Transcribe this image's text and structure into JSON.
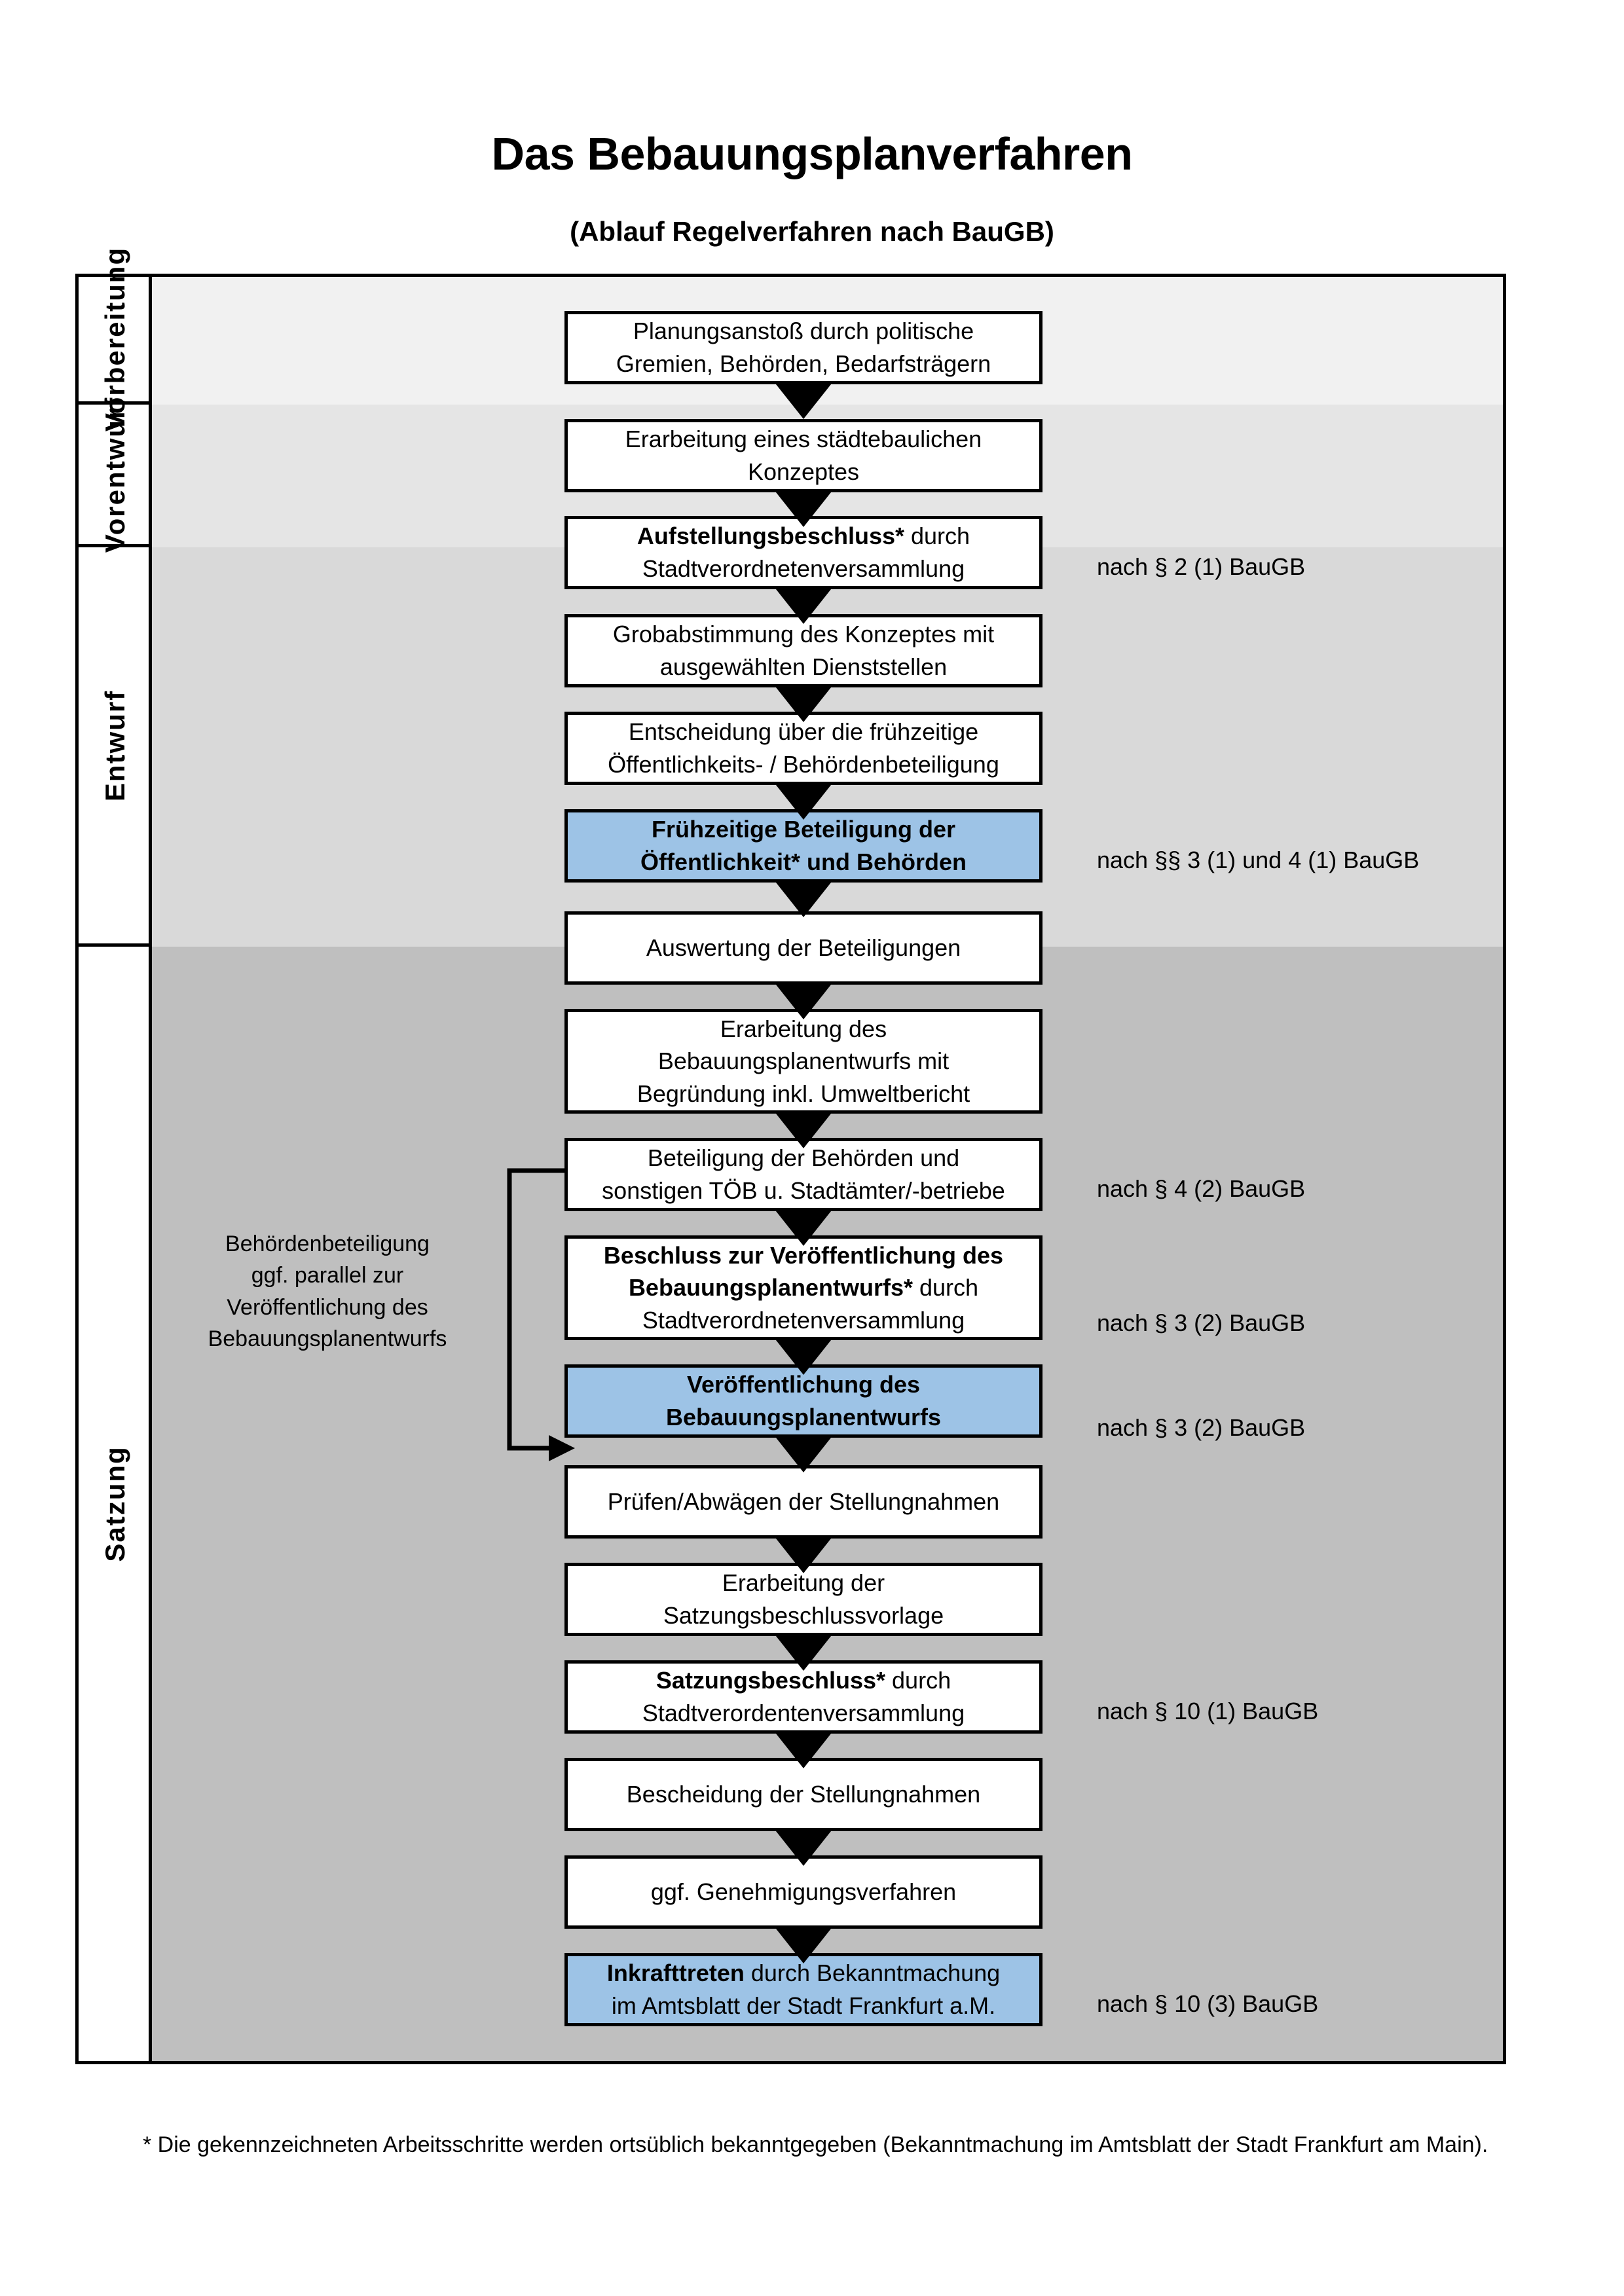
{
  "header": {
    "title": "Das Bebauungsplanverfahren",
    "subtitle": "(Ablauf Regelverfahren nach BauGB)"
  },
  "colors": {
    "highlight_blue": "#9DC3E6",
    "band_vorbereitung": "#F1F1F1",
    "band_vorentwurf": "#E5E5E5",
    "band_entwurf": "#D9D9D9",
    "band_satzung": "#BFBFBF",
    "border": "#000000"
  },
  "phases": [
    {
      "label": "Vorbereitung"
    },
    {
      "label": "Vorentwurf"
    },
    {
      "label": "Entwurf"
    },
    {
      "label": "Satzung"
    }
  ],
  "steps": [
    {
      "id": "planungsanstoss",
      "lines": [
        "Planungsanstoß durch politische",
        "Gremien, Behörden, Bedarfsträgern"
      ],
      "bold_prefix": "",
      "highlight": false
    },
    {
      "id": "staedtebauliches-konzept",
      "lines": [
        "Erarbeitung eines städtebaulichen",
        "Konzeptes"
      ],
      "bold_prefix": "",
      "highlight": false
    },
    {
      "id": "aufstellungsbeschluss",
      "lines": [
        "Aufstellungsbeschluss* durch",
        "Stadtverordnetenversammlung"
      ],
      "bold_prefix": "Aufstellungsbeschluss*",
      "highlight": false
    },
    {
      "id": "grobabstimmung",
      "lines": [
        "Grobabstimmung des Konzeptes mit",
        "ausgewählten Dienststellen"
      ],
      "bold_prefix": "",
      "highlight": false
    },
    {
      "id": "entscheidung-fruehzeitige-beteiligung",
      "lines": [
        "Entscheidung über die frühzeitige",
        "Öffentlichkeits- / Behördenbeteiligung"
      ],
      "bold_prefix": "",
      "highlight": false
    },
    {
      "id": "fruehzeitige-beteiligung",
      "lines": [
        "Frühzeitige Beteiligung der",
        "Öffentlichkeit* und Behörden"
      ],
      "bold_prefix": "ALL",
      "highlight": true
    },
    {
      "id": "auswertung-beteiligungen",
      "lines": [
        "Auswertung der Beteiligungen"
      ],
      "bold_prefix": "",
      "highlight": false
    },
    {
      "id": "erarbeitung-bplanentwurf",
      "lines": [
        "Erarbeitung des",
        "Bebauungsplanentwurfs mit",
        "Begründung inkl. Umweltbericht"
      ],
      "bold_prefix": "",
      "highlight": false
    },
    {
      "id": "beteiligung-behoerden-toeb",
      "lines": [
        "Beteiligung der Behörden und",
        "sonstigen TÖB u. Stadtämter/-betriebe"
      ],
      "bold_prefix": "",
      "highlight": false
    },
    {
      "id": "beschluss-veroeffentlichung",
      "lines": [
        "Beschluss zur Veröffentlichung des",
        "Bebauungsplanentwurfs* durch",
        "Stadtverordnetenversammlung"
      ],
      "bold_prefix": "Beschluss zur Veröffentlichung des Bebauungsplanentwurfs*",
      "highlight": false
    },
    {
      "id": "veroeffentlichung-bplanentwurf",
      "lines": [
        "Veröffentlichung des",
        "Bebauungsplanentwurfs"
      ],
      "bold_prefix": "ALL",
      "highlight": true
    },
    {
      "id": "pruefen-abwaegen",
      "lines": [
        "Prüfen/Abwägen der Stellungnahmen"
      ],
      "bold_prefix": "",
      "highlight": false
    },
    {
      "id": "erarbeitung-satzungsbeschlussvorlage",
      "lines": [
        "Erarbeitung der",
        "Satzungsbeschlussvorlage"
      ],
      "bold_prefix": "",
      "highlight": false
    },
    {
      "id": "satzungsbeschluss",
      "lines": [
        "Satzungsbeschluss* durch",
        "Stadtverordentenversammlung"
      ],
      "bold_prefix": "Satzungsbeschluss*",
      "highlight": false
    },
    {
      "id": "bescheidung-stellungnahmen",
      "lines": [
        "Bescheidung der Stellungnahmen"
      ],
      "bold_prefix": "",
      "highlight": false
    },
    {
      "id": "genehmigungsverfahren",
      "lines": [
        "ggf. Genehmigungsverfahren"
      ],
      "bold_prefix": "",
      "highlight": false
    },
    {
      "id": "inkrafttreten",
      "lines": [
        "Inkrafttreten durch Bekanntmachung",
        "im Amtsblatt der Stadt Frankfurt a.M."
      ],
      "bold_prefix": "Inkrafttreten",
      "highlight": true
    }
  ],
  "annotations": [
    {
      "id": "ann-aufstellungsbeschluss",
      "text": "nach § 2 (1) BauGB"
    },
    {
      "id": "ann-fruehzeitige-beteiligung",
      "text": "nach §§ 3 (1) und 4 (1) BauGB"
    },
    {
      "id": "ann-beteiligung-behoerden",
      "text": "nach § 4 (2) BauGB"
    },
    {
      "id": "ann-beschluss-veroeffentlichung",
      "text": "nach § 3 (2) BauGB"
    },
    {
      "id": "ann-veroeffentlichung",
      "text": "nach § 3 (2) BauGB"
    },
    {
      "id": "ann-satzungsbeschluss",
      "text": "nach § 10 (1) BauGB"
    },
    {
      "id": "ann-inkrafttreten",
      "text": "nach § 10 (3) BauGB"
    }
  ],
  "sidenote": {
    "lines": [
      "Behördenbeteiligung",
      "ggf. parallel zur",
      "Veröffentlichung des",
      "Bebauungsplanentwurfs"
    ]
  },
  "footnote": {
    "text": "* Die gekennzeichneten Arbeitsschritte werden ortsüblich bekanntgegeben (Bekanntmachung im Amtsblatt  der Stadt Frankfurt am Main)."
  }
}
